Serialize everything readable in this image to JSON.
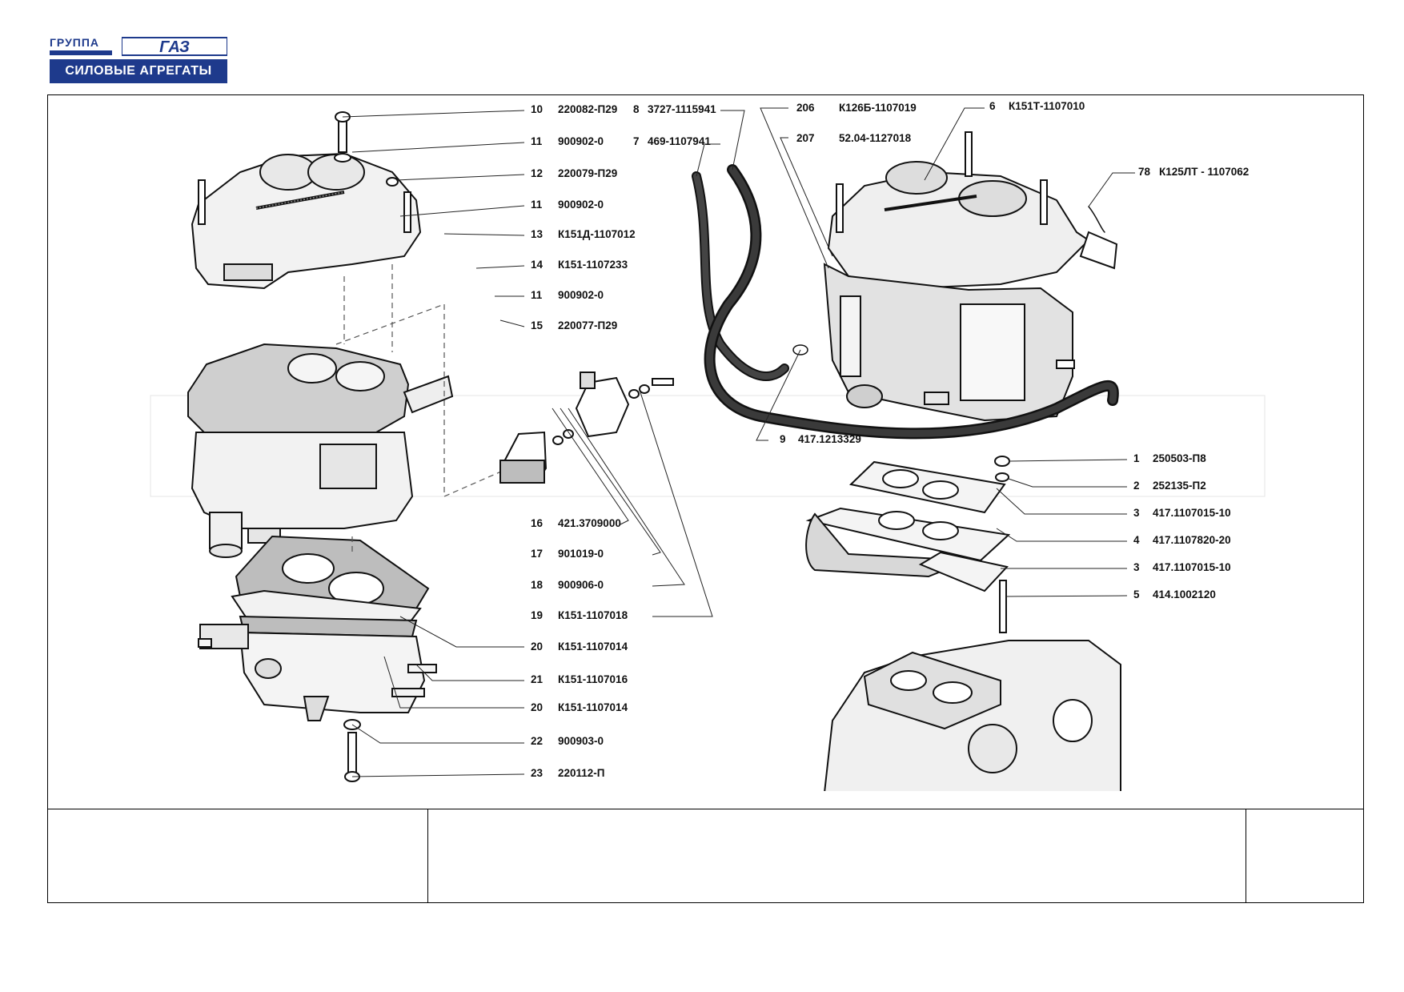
{
  "logo": {
    "group_text": "ГРУППА",
    "brand": "ГАЗ",
    "division": "СИЛОВЫЕ АГРЕГАТЫ",
    "color": "#1e3a8c"
  },
  "callouts": [
    {
      "num": "10",
      "part": "220082-П29"
    },
    {
      "num": "11",
      "part": "900902-0"
    },
    {
      "num": "12",
      "part": "220079-П29"
    },
    {
      "num": "11",
      "part": "900902-0"
    },
    {
      "num": "13",
      "part": "К151Д-1107012"
    },
    {
      "num": "14",
      "part": "К151-1107233"
    },
    {
      "num": "11",
      "part": "900902-0"
    },
    {
      "num": "15",
      "part": "220077-П29"
    },
    {
      "num": "16",
      "part": "421.3709000"
    },
    {
      "num": "17",
      "part": "901019-0"
    },
    {
      "num": "18",
      "part": "900906-0"
    },
    {
      "num": "19",
      "part": "К151-1107018"
    },
    {
      "num": "20",
      "part": "К151-1107014"
    },
    {
      "num": "21",
      "part": "К151-1107016"
    },
    {
      "num": "20",
      "part": "К151-1107014"
    },
    {
      "num": "22",
      "part": "900903-0"
    },
    {
      "num": "23",
      "part": "220112-П"
    },
    {
      "num": "8",
      "part": "3727-1115941"
    },
    {
      "num": "7",
      "part": "469-1107941"
    },
    {
      "num": "206",
      "part": "К126Б-1107019"
    },
    {
      "num": "207",
      "part": "52.04-1127018"
    },
    {
      "num": "6",
      "part": "К151Т-1107010"
    },
    {
      "num": "78",
      "part": "К125ЛТ - 1107062"
    },
    {
      "num": "9",
      "part": "417.1213329"
    },
    {
      "num": "1",
      "part": "250503-П8"
    },
    {
      "num": "2",
      "part": "252135-П2"
    },
    {
      "num": "3",
      "part": "417.1107015-10"
    },
    {
      "num": "4",
      "part": "417.1107820-20"
    },
    {
      "num": "3",
      "part": "417.1107015-10"
    },
    {
      "num": "5",
      "part": "414.1002120"
    }
  ],
  "stamp": {
    "left": "",
    "middle": "",
    "right": ""
  }
}
